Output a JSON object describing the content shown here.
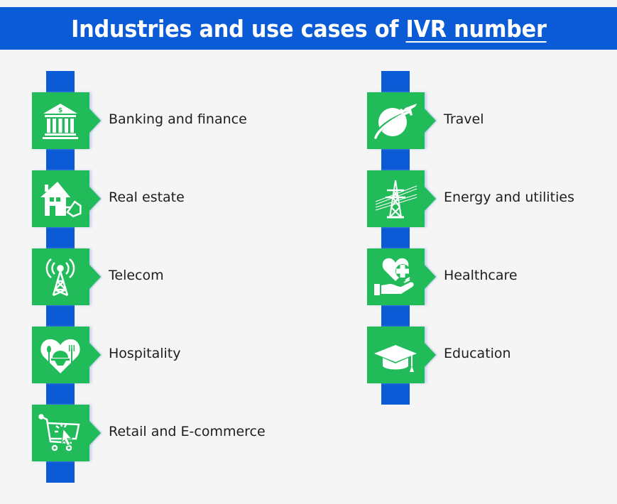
{
  "title": {
    "prefix": "Industries and use cases of ",
    "link": "IVR number"
  },
  "colors": {
    "header_bg": "#0b5ad6",
    "connector": "#0b5ad6",
    "tile": "#22bb5a",
    "background": "#f5f5f5",
    "text": "#1e1e1e"
  },
  "left_column": [
    {
      "label": "Banking and finance",
      "icon": "bank-icon"
    },
    {
      "label": "Real estate",
      "icon": "house-tag-icon"
    },
    {
      "label": "Telecom",
      "icon": "telecom-tower-icon"
    },
    {
      "label": "Hospitality",
      "icon": "heart-cloche-icon"
    },
    {
      "label": "Retail and E-commerce",
      "icon": "shopping-cart-icon"
    }
  ],
  "right_column": [
    {
      "label": "Travel",
      "icon": "globe-plane-icon"
    },
    {
      "label": "Energy and utilities",
      "icon": "power-pylon-icon"
    },
    {
      "label": "Healthcare",
      "icon": "hand-heart-icon"
    },
    {
      "label": "Education",
      "icon": "graduation-cap-icon"
    }
  ]
}
